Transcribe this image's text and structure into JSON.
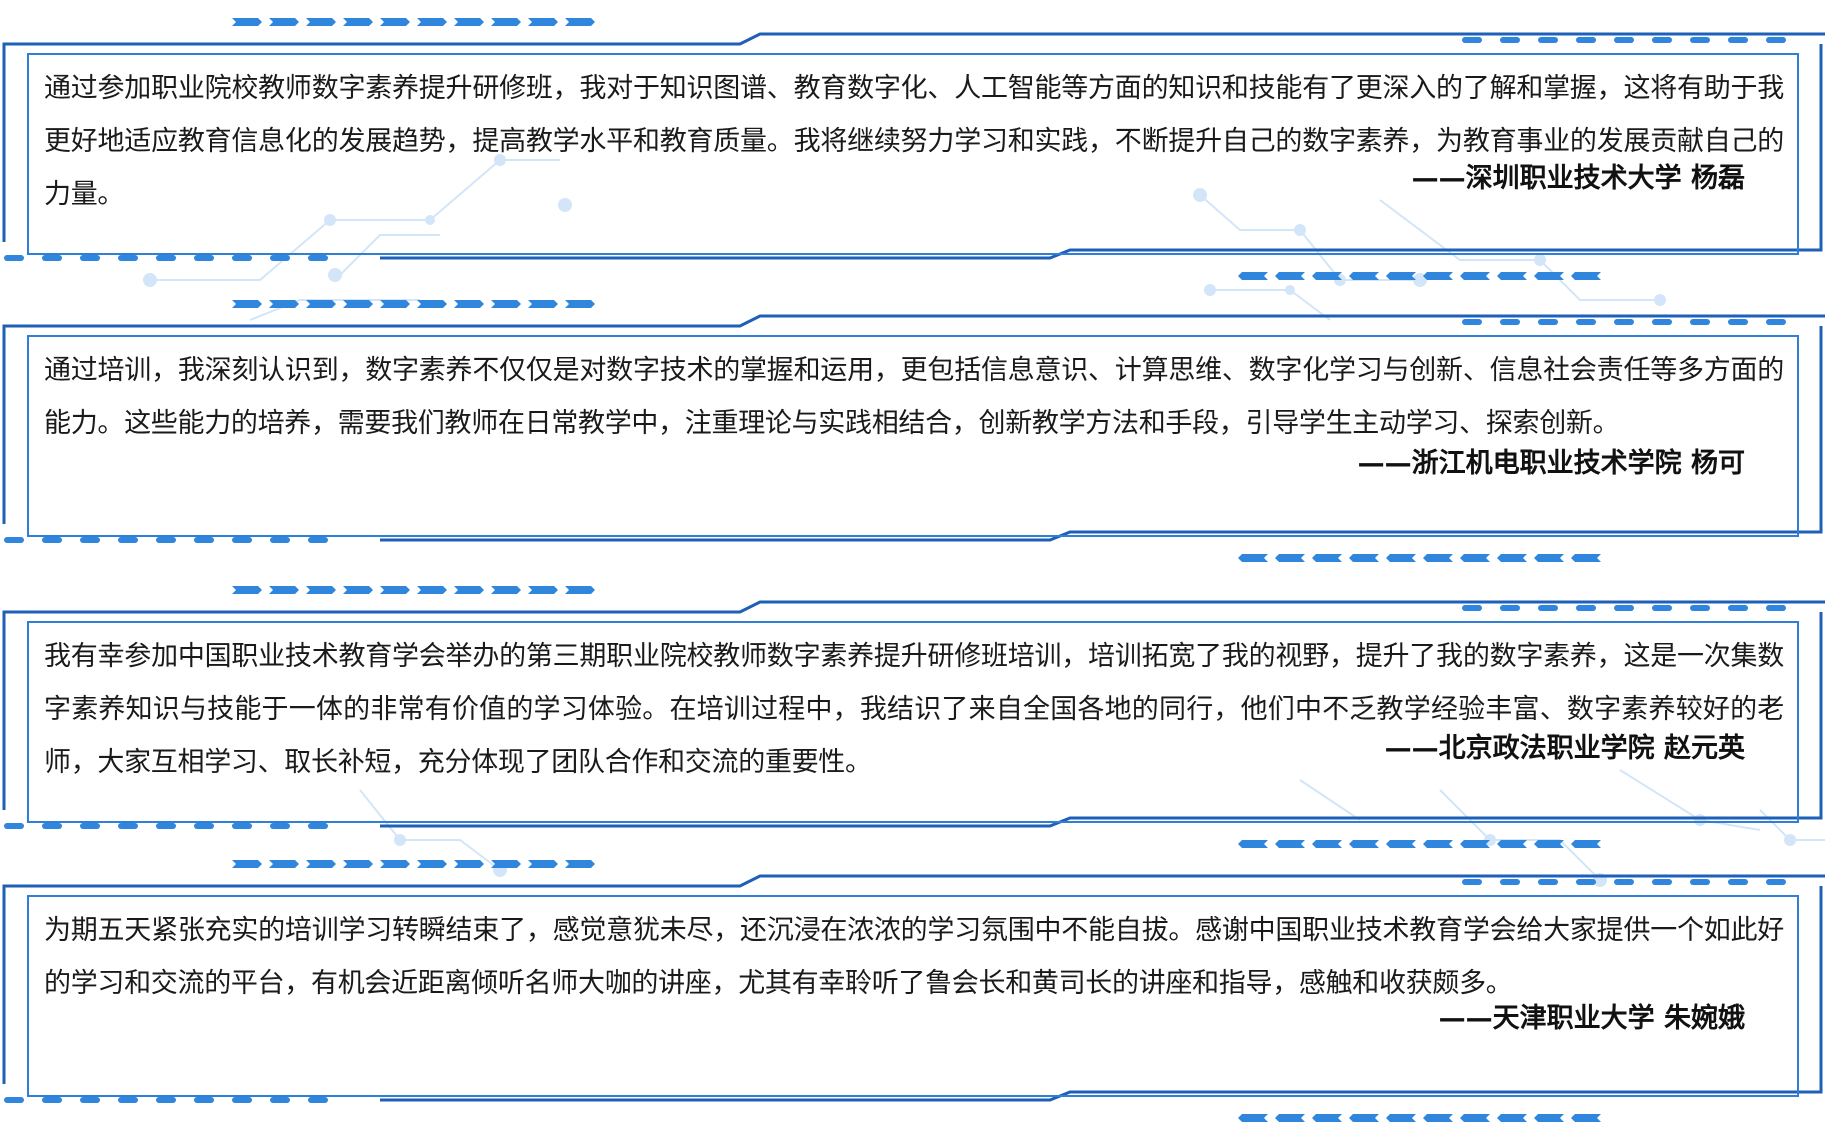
{
  "colors": {
    "frame_outer": "#1e5fb8",
    "frame_inner": "#2f7fd6",
    "dash": "#2f86dc",
    "network": "#cfe3f7",
    "text": "#1a1a1a"
  },
  "testimonials": [
    {
      "text": "通过参加职业院校教师数字素养提升研修班，我对于知识图谱、教育数字化、人工智能等方面的知识和技能有了更深入的了解和掌握，这将有助于我更好地适应教育信息化的发展趋势，提高教学水平和教育质量。我将继续努力学习和实践，不断提升自己的数字素养，为教育事业的发展贡献自己的力量。",
      "signature": "——深圳职业技术大学 杨磊"
    },
    {
      "text": "通过培训，我深刻认识到，数字素养不仅仅是对数字技术的掌握和运用，更包括信息意识、计算思维、数字化学习与创新、信息社会责任等多方面的能力。这些能力的培养，需要我们教师在日常教学中，注重理论与实践相结合，创新教学方法和手段，引导学生主动学习、探索创新。",
      "signature": "——浙江机电职业技术学院 杨可"
    },
    {
      "text": "我有幸参加中国职业技术教育学会举办的第三期职业院校教师数字素养提升研修班培训，培训拓宽了我的视野，提升了我的数字素养，这是一次集数字素养知识与技能于一体的非常有价值的学习体验。在培训过程中，我结识了来自全国各地的同行，他们中不乏教学经验丰富、数字素养较好的老师，大家互相学习、取长补短，充分体现了团队合作和交流的重要性。",
      "signature": "——北京政法职业学院 赵元英"
    },
    {
      "text": "为期五天紧张充实的培训学习转瞬结束了，感觉意犹未尽，还沉浸在浓浓的学习氛围中不能自拔。感谢中国职业技术教育学会给大家提供一个如此好的学习和交流的平台，有机会近距离倾听名师大咖的讲座，尤其有幸聆听了鲁会长和黄司长的讲座和指导，感触和收获颇多。",
      "signature": "——天津职业大学 朱婉娥"
    }
  ]
}
